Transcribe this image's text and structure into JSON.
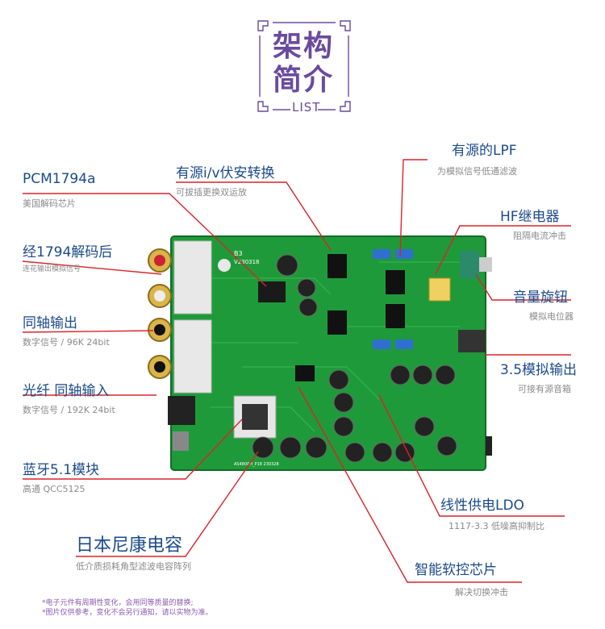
{
  "title": {
    "line1": "架构",
    "line2": "简介",
    "en": "LIST"
  },
  "labels": {
    "pcm": {
      "main": "PCM1794a",
      "sub": "美国解码芯片"
    },
    "iv": {
      "main": "有源i/v伏安转换",
      "sub": "可拔插更换双运放"
    },
    "lpf": {
      "main": "有源的LPF",
      "sub": "为模拟信号低通滤波"
    },
    "hf": {
      "main": "HF继电器",
      "sub": "阻隔电流冲击"
    },
    "after": {
      "main": "经1794解码后",
      "sub": "连花输出模拟信号"
    },
    "coax": {
      "main": "同轴输出",
      "sub": "数字信号 / 96K 24bit"
    },
    "vol": {
      "main": "音量旋钮",
      "sub": "模拟电位器"
    },
    "out35": {
      "main": "3.5模拟输出",
      "sub": "可接有源音箱"
    },
    "optical": {
      "main": "光纤 同轴输入",
      "sub": "数字信号 / 192K 24bit"
    },
    "bt": {
      "main": "蓝牙5.1模块",
      "sub": "高通 QCC5125"
    },
    "ldo": {
      "main": "线性供电LDO",
      "sub": "1117-3.3 低噪高抑制比"
    },
    "nichicon": {
      "main": "日本尼康电容",
      "sub": "低介质损耗角型滤波电容阵列"
    },
    "smart": {
      "main": "智能软控芯片",
      "sub": "解决切换冲击"
    }
  },
  "board": {
    "mark1": "B3",
    "mark2": "V230318",
    "bottom_text": "AS4800H_P18  230328"
  },
  "footnote": {
    "line1": "*电子元件有周期性变化，会用同等质量的替换;",
    "line2": "*图片仅供参考，变化不会另行通知，请以实物为准。"
  }
}
